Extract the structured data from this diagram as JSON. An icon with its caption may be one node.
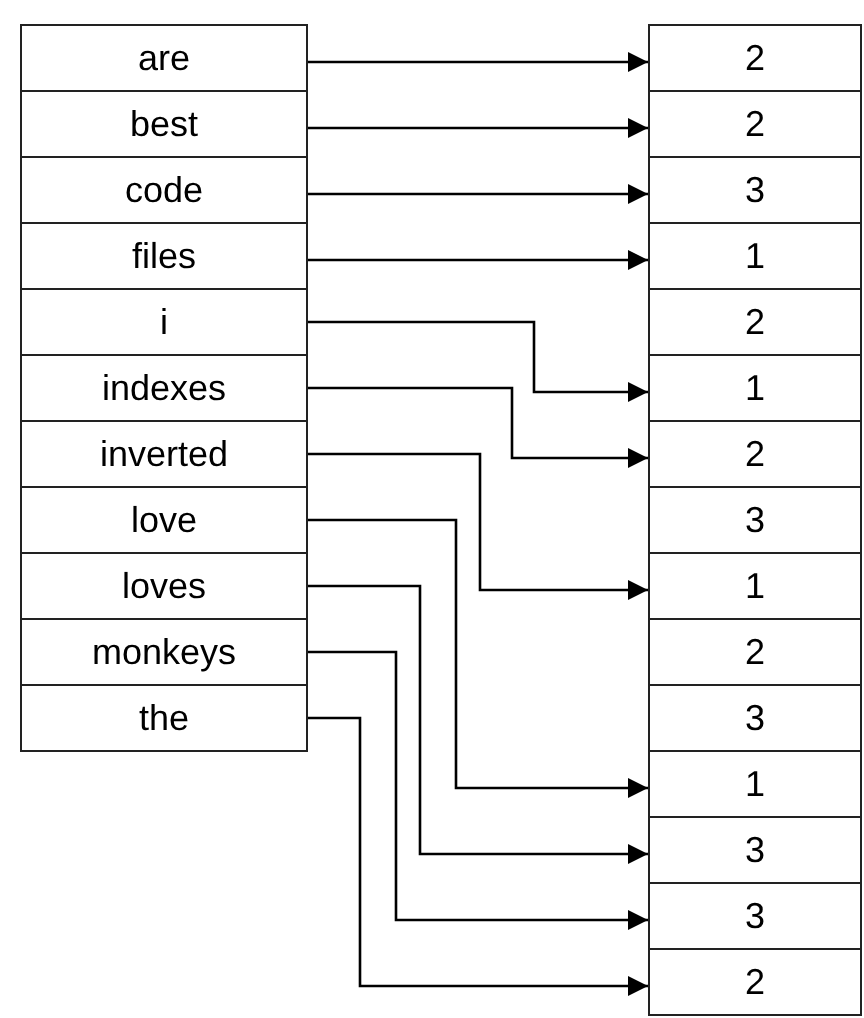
{
  "diagram": {
    "nodes": [
      {
        "text": [
          "are"
        ]
      },
      {
        "text": [
          "best"
        ]
      },
      {
        "text": [
          "code"
        ]
      },
      {
        "text": [
          "files"
        ]
      },
      {
        "text": [
          "i"
        ]
      },
      {
        "text": [
          "indexes"
        ]
      },
      {
        "text": [
          "inverted"
        ]
      },
      {
        "text": [
          "love"
        ]
      },
      {
        "text": [
          "loves"
        ]
      },
      {
        "text": [
          "monkeys"
        ]
      },
      {
        "text": [
          "the"
        ]
      },
      {
        "text": [
          "2"
        ]
      },
      {
        "text": [
          "2"
        ]
      },
      {
        "text": [
          "3"
        ]
      },
      {
        "text": [
          "1"
        ]
      },
      {
        "text": [
          "2"
        ]
      },
      {
        "text": [
          "1"
        ]
      },
      {
        "text": [
          "2"
        ]
      },
      {
        "text": [
          "3"
        ]
      },
      {
        "text": [
          "1"
        ]
      },
      {
        "text": [
          "2"
        ]
      },
      {
        "text": [
          "3"
        ]
      },
      {
        "text": [
          "1"
        ]
      },
      {
        "text": [
          "3"
        ]
      },
      {
        "text": [
          "3"
        ]
      },
      {
        "text": [
          "2"
        ]
      }
    ],
    "edges": [
      {
        "from": 0,
        "to": 11,
        "arrow": "to"
      },
      {
        "from": 1,
        "to": 12,
        "arrow": "to"
      },
      {
        "from": 2,
        "to": 13,
        "arrow": "to"
      },
      {
        "from": 3,
        "to": 14,
        "arrow": "to"
      },
      {
        "from": 4,
        "to": 16,
        "arrow": "to"
      },
      {
        "from": 5,
        "to": 17,
        "arrow": "to"
      },
      {
        "from": 6,
        "to": 19,
        "arrow": "to"
      },
      {
        "from": 7,
        "to": 22,
        "arrow": "to"
      },
      {
        "from": 8,
        "to": 23,
        "arrow": "to"
      },
      {
        "from": 9,
        "to": 24,
        "arrow": "to"
      },
      {
        "from": 10,
        "to": 25,
        "arrow": "to"
      }
    ]
  }
}
